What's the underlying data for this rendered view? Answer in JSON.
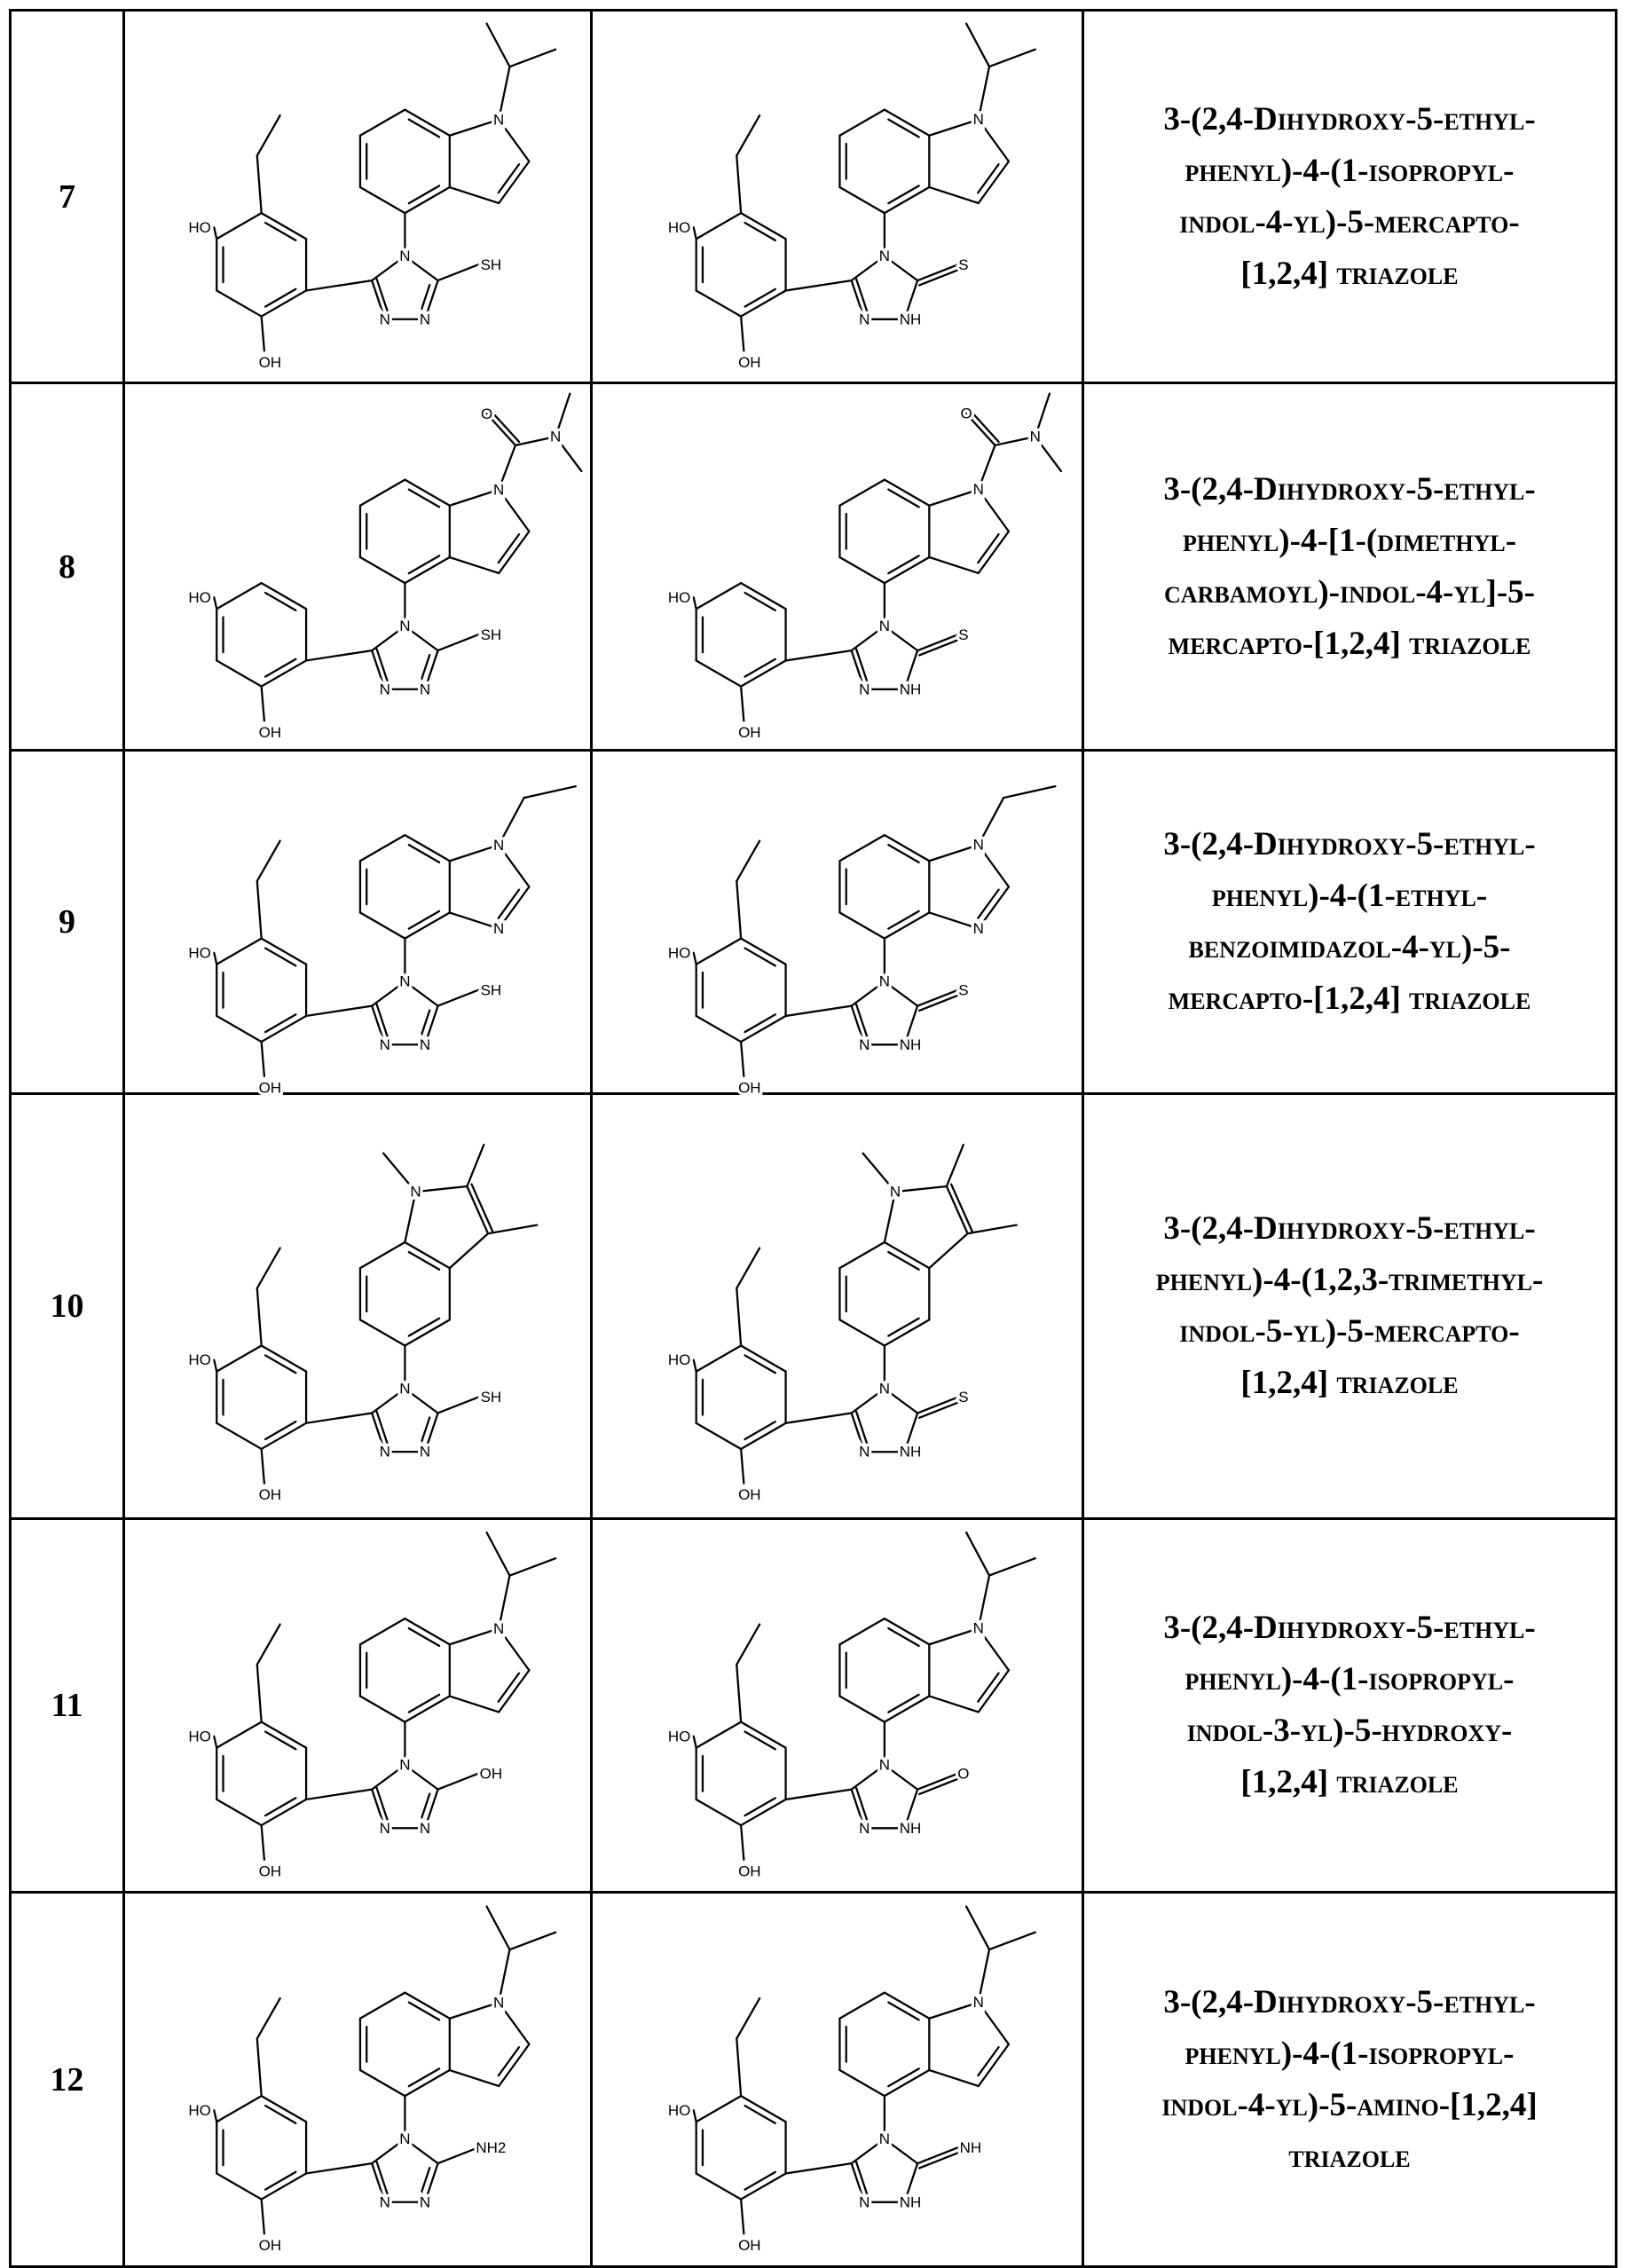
{
  "atom_labels": {
    "ho": "HO",
    "oh": "OH",
    "n": "N"
  },
  "rows": [
    {
      "number": "7",
      "aryl": "indol-4-yl",
      "n_substituent": "isopropyl",
      "ethyl": true,
      "left": {
        "substituent": "SH",
        "n1": "N",
        "double": false
      },
      "right": {
        "substituent": "S",
        "n1": "NH",
        "double": true
      },
      "name_lines": [
        "3-(2,4-Dihydroxy-5-ethyl-",
        "phenyl)-4-(1-isopropyl-",
        "indol-4-yl)-5-mercapto-",
        "[1,2,4] triazole"
      ]
    },
    {
      "number": "8",
      "aryl": "indol-4-yl",
      "n_substituent": "dimethylcarbamoyl",
      "ethyl": false,
      "left": {
        "substituent": "SH",
        "n1": "N",
        "double": false
      },
      "right": {
        "substituent": "S",
        "n1": "NH",
        "double": true
      },
      "carbamoyl_labels": {
        "o": "O",
        "n": "N"
      },
      "name_lines": [
        "3-(2,4-Dihydroxy-5-ethyl-",
        "phenyl)-4-[1-(dimethyl-",
        "carbamoyl)-indol-4-yl]-5-",
        "mercapto-[1,2,4] triazole"
      ]
    },
    {
      "number": "9",
      "aryl": "benzoimidazol-4-yl",
      "n_substituent": "ethyl",
      "ethyl": true,
      "left": {
        "substituent": "SH",
        "n1": "N",
        "double": false
      },
      "right": {
        "substituent": "S",
        "n1": "NH",
        "double": true
      },
      "name_lines": [
        "3-(2,4-Dihydroxy-5-ethyl-",
        "phenyl)-4-(1-ethyl-",
        "benzoimidazol-4-yl)-5-",
        "mercapto-[1,2,4] triazole"
      ]
    },
    {
      "number": "10",
      "aryl": "indol-5-yl",
      "n_substituent": "methyl",
      "ethyl": true,
      "left": {
        "substituent": "SH",
        "n1": "N",
        "double": false
      },
      "right": {
        "substituent": "S",
        "n1": "NH",
        "double": true
      },
      "name_lines": [
        "3-(2,4-Dihydroxy-5-ethyl-",
        "phenyl)-4-(1,2,3-trimethyl-",
        "indol-5-yl)-5-mercapto-",
        "[1,2,4] triazole"
      ]
    },
    {
      "number": "11",
      "aryl": "indol-4-yl",
      "n_substituent": "isopropyl",
      "ethyl": true,
      "left": {
        "substituent": "OH",
        "n1": "N",
        "double": false
      },
      "right": {
        "substituent": "O",
        "n1": "NH",
        "double": true
      },
      "name_lines": [
        "3-(2,4-Dihydroxy-5-ethyl-",
        "phenyl)-4-(1-isopropyl-",
        "indol-3-yl)-5-hydroxy-",
        "[1,2,4] triazole"
      ]
    },
    {
      "number": "12",
      "aryl": "indol-4-yl",
      "n_substituent": "isopropyl",
      "ethyl": true,
      "left": {
        "substituent": "NH2",
        "n1": "N",
        "double": false
      },
      "right": {
        "substituent": "NH",
        "n1": "NH",
        "double": true
      },
      "name_lines": [
        "3-(2,4-Dihydroxy-5-ethyl-",
        "phenyl)-4-(1-isopropyl-",
        "indol-4-yl)-5-amino-[1,2,4]",
        "triazole"
      ]
    }
  ]
}
